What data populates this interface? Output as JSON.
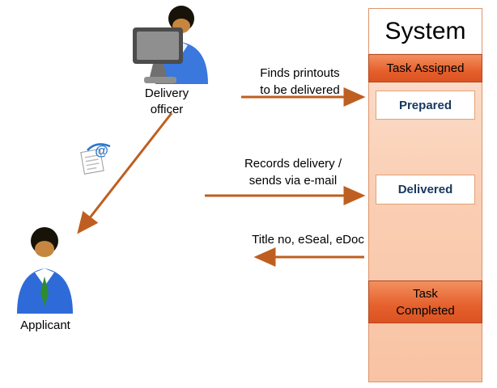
{
  "system": {
    "title": "System",
    "task_assigned": "Task Assigned",
    "prepared": "Prepared",
    "delivered": "Delivered",
    "task_completed": "Task\nCompleted"
  },
  "actors": {
    "delivery_officer": "Delivery\nofficer",
    "applicant": "Applicant"
  },
  "messages": {
    "finds_printouts": "Finds printouts\nto be delivered",
    "records_delivery": "Records delivery /\nsends via e-mail",
    "title_no": "Title no, eSeal, eDoc"
  },
  "icons": {
    "delivery_officer": "person-at-computer-icon",
    "applicant": "person-icon",
    "email": "email-document-icon",
    "arrows": "orange-flow-arrows"
  },
  "colors": {
    "arrow": "#BE5F21",
    "panel_background_top": "#FCE1D2",
    "panel_background_bottom": "#F8C3A4",
    "panel_border": "#DE9468",
    "task_box_top": "#F2905F",
    "task_box_bottom": "#DB5322",
    "task_box_border": "#B3461A",
    "state_box_border": "#E2A277",
    "state_text": "#17375E"
  }
}
